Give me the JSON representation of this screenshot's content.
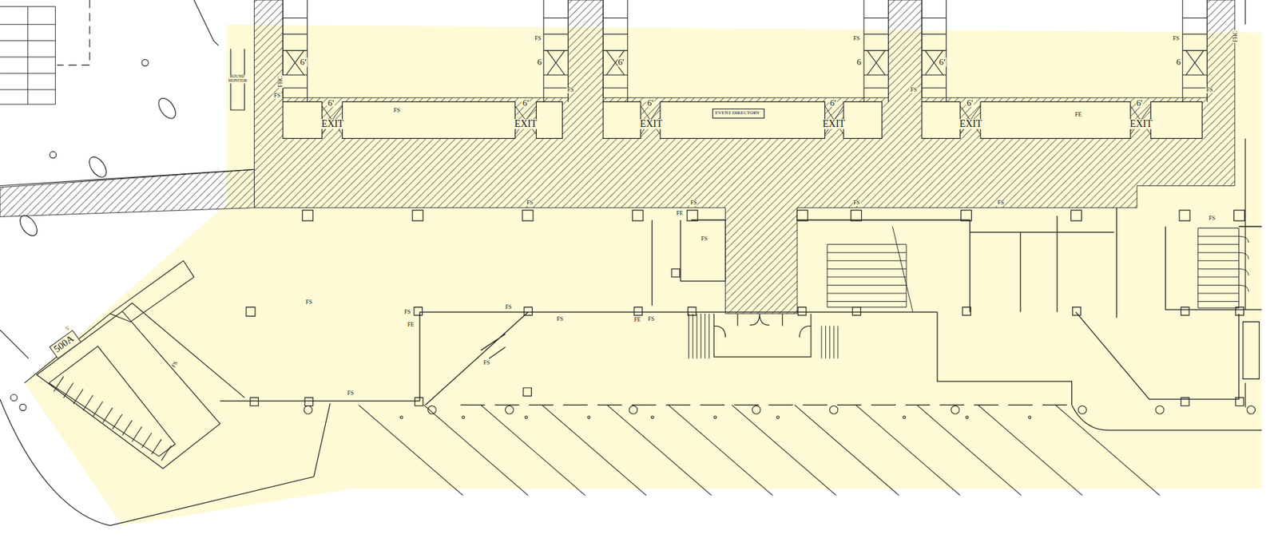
{
  "diagram": {
    "nodes": [
      {
        "text": [
          "EVENT DIRECTORY"
        ]
      },
      {
        "text": [
          "500A"
        ]
      }
    ],
    "labels": [
      "ROUND MONITOR",
      "FHC",
      "FS",
      "6'",
      "6'",
      "EXIT",
      "FS",
      "FS",
      "6",
      "6'",
      "EXIT",
      "FS",
      "6'",
      "6'",
      "EXIT",
      "6'",
      "EXIT",
      "FS",
      "6",
      "FS",
      "6'",
      "6'",
      "EXIT",
      "FE",
      "6'",
      "EXIT",
      "FS",
      "6",
      "FS",
      "FHC",
      "FS",
      "FS",
      "FE",
      "FS",
      "FS",
      "FS",
      "FS",
      "FS",
      "FS",
      "FE",
      "FS",
      "FS",
      "FE",
      "FS",
      "FS",
      "FS",
      "FS",
      "5'"
    ]
  }
}
